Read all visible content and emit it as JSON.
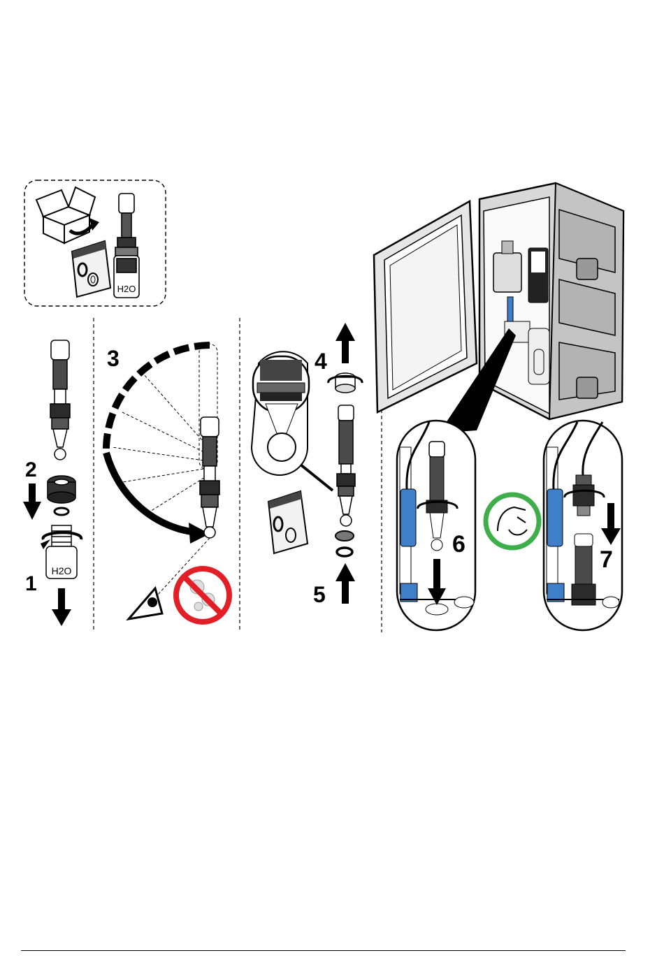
{
  "steps": [
    "1",
    "2",
    "3",
    "4",
    "5",
    "6",
    "7"
  ],
  "labels": {
    "water_cap_box": "H2O",
    "water_cap_bottle": "H2O"
  },
  "colors": {
    "ink": "#000000",
    "cable_blue": "#3f7fc9",
    "prohibit_red": "#e21e26",
    "ok_green": "#3dae49",
    "cabinet_gray": "#d9d9d9"
  }
}
